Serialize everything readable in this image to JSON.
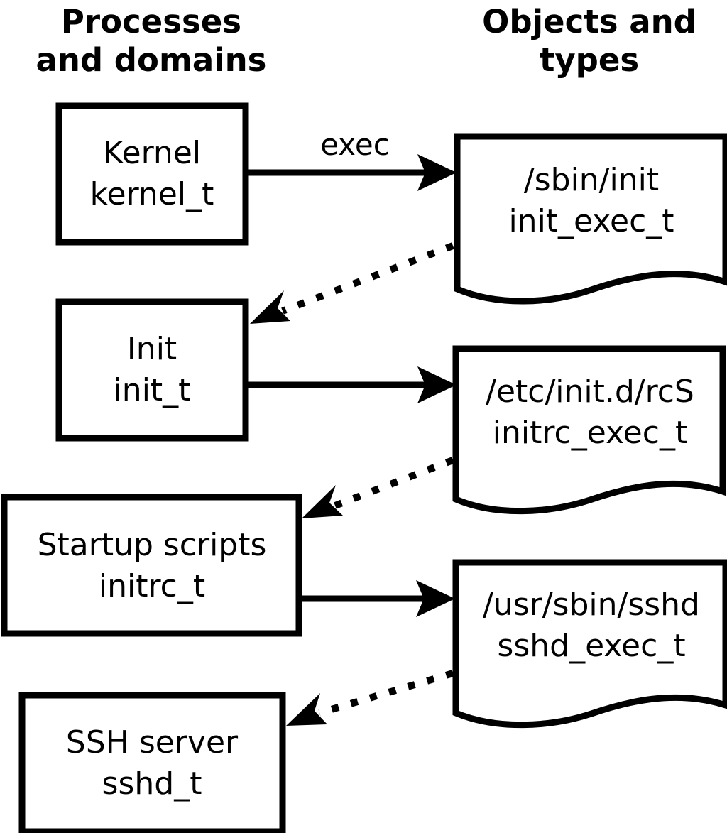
{
  "diagram": {
    "title_left": "Processes\nand domains",
    "columns": [
      {
        "id": "processes",
        "line1": "Processes",
        "line2": "and domains"
      },
      {
        "id": "objects",
        "line1": "Objects and",
        "line2": "types"
      }
    ],
    "process_nodes": [
      {
        "id": "kernel",
        "line1": "Kernel",
        "line2": "kernel_t"
      },
      {
        "id": "init",
        "line1": "Init",
        "line2": "init_t"
      },
      {
        "id": "initrc",
        "line1": "Startup scripts",
        "line2": "initrc_t"
      },
      {
        "id": "sshd",
        "line1": "SSH server",
        "line2": "sshd_t"
      }
    ],
    "object_nodes": [
      {
        "id": "init_exec",
        "line1": "/sbin/init",
        "line2": "init_exec_t"
      },
      {
        "id": "initrc_exec",
        "line1": "/etc/init.d/rcS",
        "line2": "initrc_exec_t"
      },
      {
        "id": "sshd_exec",
        "line1": "/usr/sbin/sshd",
        "line2": "sshd_exec_t"
      }
    ],
    "edges": [
      {
        "id": "kernel-exec-init_exec",
        "from": "kernel",
        "to": "init_exec",
        "label": "exec",
        "style": "solid"
      },
      {
        "id": "init_exec-transition-init",
        "from": "init_exec",
        "to": "init",
        "label": "",
        "style": "dotted"
      },
      {
        "id": "init-exec-initrc_exec",
        "from": "init",
        "to": "initrc_exec",
        "label": "",
        "style": "solid"
      },
      {
        "id": "initrc_exec-transition-initrc",
        "from": "initrc_exec",
        "to": "initrc",
        "label": "",
        "style": "dotted"
      },
      {
        "id": "initrc-exec-sshd_exec",
        "from": "initrc",
        "to": "sshd_exec",
        "label": "",
        "style": "solid"
      },
      {
        "id": "sshd_exec-transition-sshd",
        "from": "sshd_exec",
        "to": "sshd",
        "label": "",
        "style": "dotted"
      }
    ],
    "colors": {
      "background": "#ffffff",
      "stroke": "#000000",
      "text": "#000000"
    }
  }
}
